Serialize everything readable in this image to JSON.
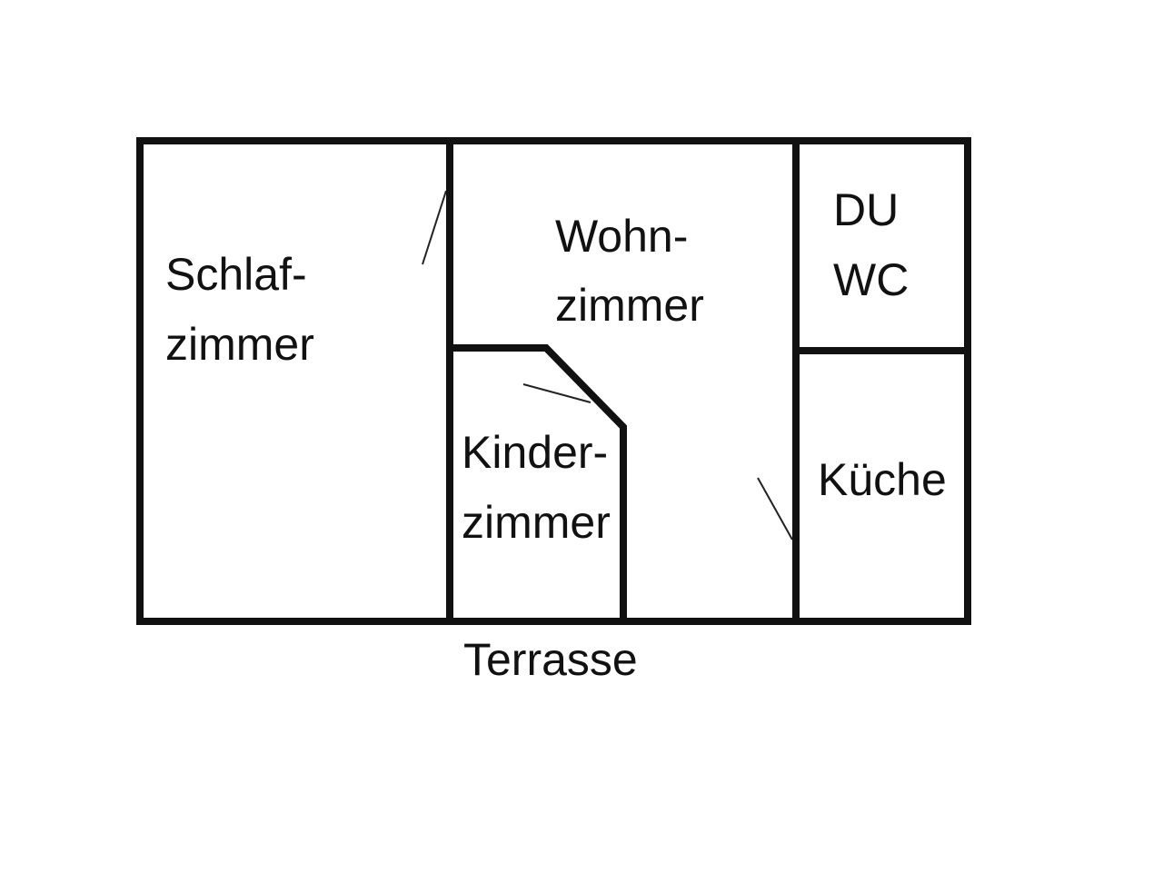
{
  "rooms": {
    "schlafzimmer": {
      "line1": "Schlaf-",
      "line2": "zimmer"
    },
    "wohnzimmer": {
      "line1": "Wohn-",
      "line2": "zimmer"
    },
    "kinderzimmer": {
      "line1": "Kinder-",
      "line2": "zimmer"
    },
    "du_wc": {
      "line1": "DU",
      "line2": "WC"
    },
    "kueche": {
      "label": "Küche"
    }
  },
  "outside": {
    "terrasse": "Terrasse"
  },
  "colors": {
    "wall": "#111111",
    "background": "#ffffff"
  }
}
